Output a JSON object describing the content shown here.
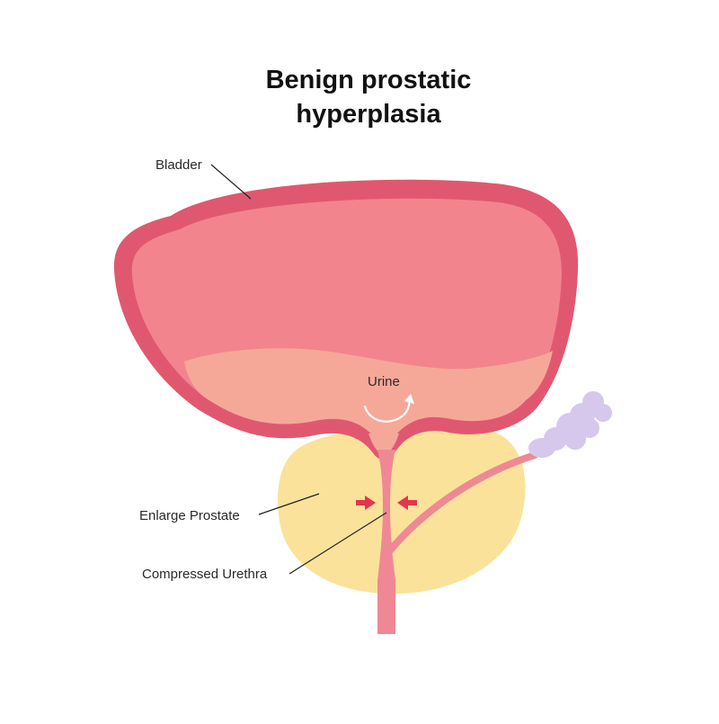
{
  "title": {
    "line1": "Benign prostatic",
    "line2": "hyperplasia"
  },
  "labels": {
    "bladder": "Bladder",
    "urine": "Urine",
    "enlarged_prostate": "Enlarge Prostate",
    "compressed_urethra": "Compressed Urethra"
  },
  "colors": {
    "bladder_wall": "#e05870",
    "bladder_fill": "#f2848e",
    "urine": "#f6a898",
    "prostate": "#fbe29a",
    "urethra": "#ef8894",
    "seminal_vesicle": "#d5c8ec",
    "arrow": "#e5354e",
    "leader_line": "#222222"
  }
}
